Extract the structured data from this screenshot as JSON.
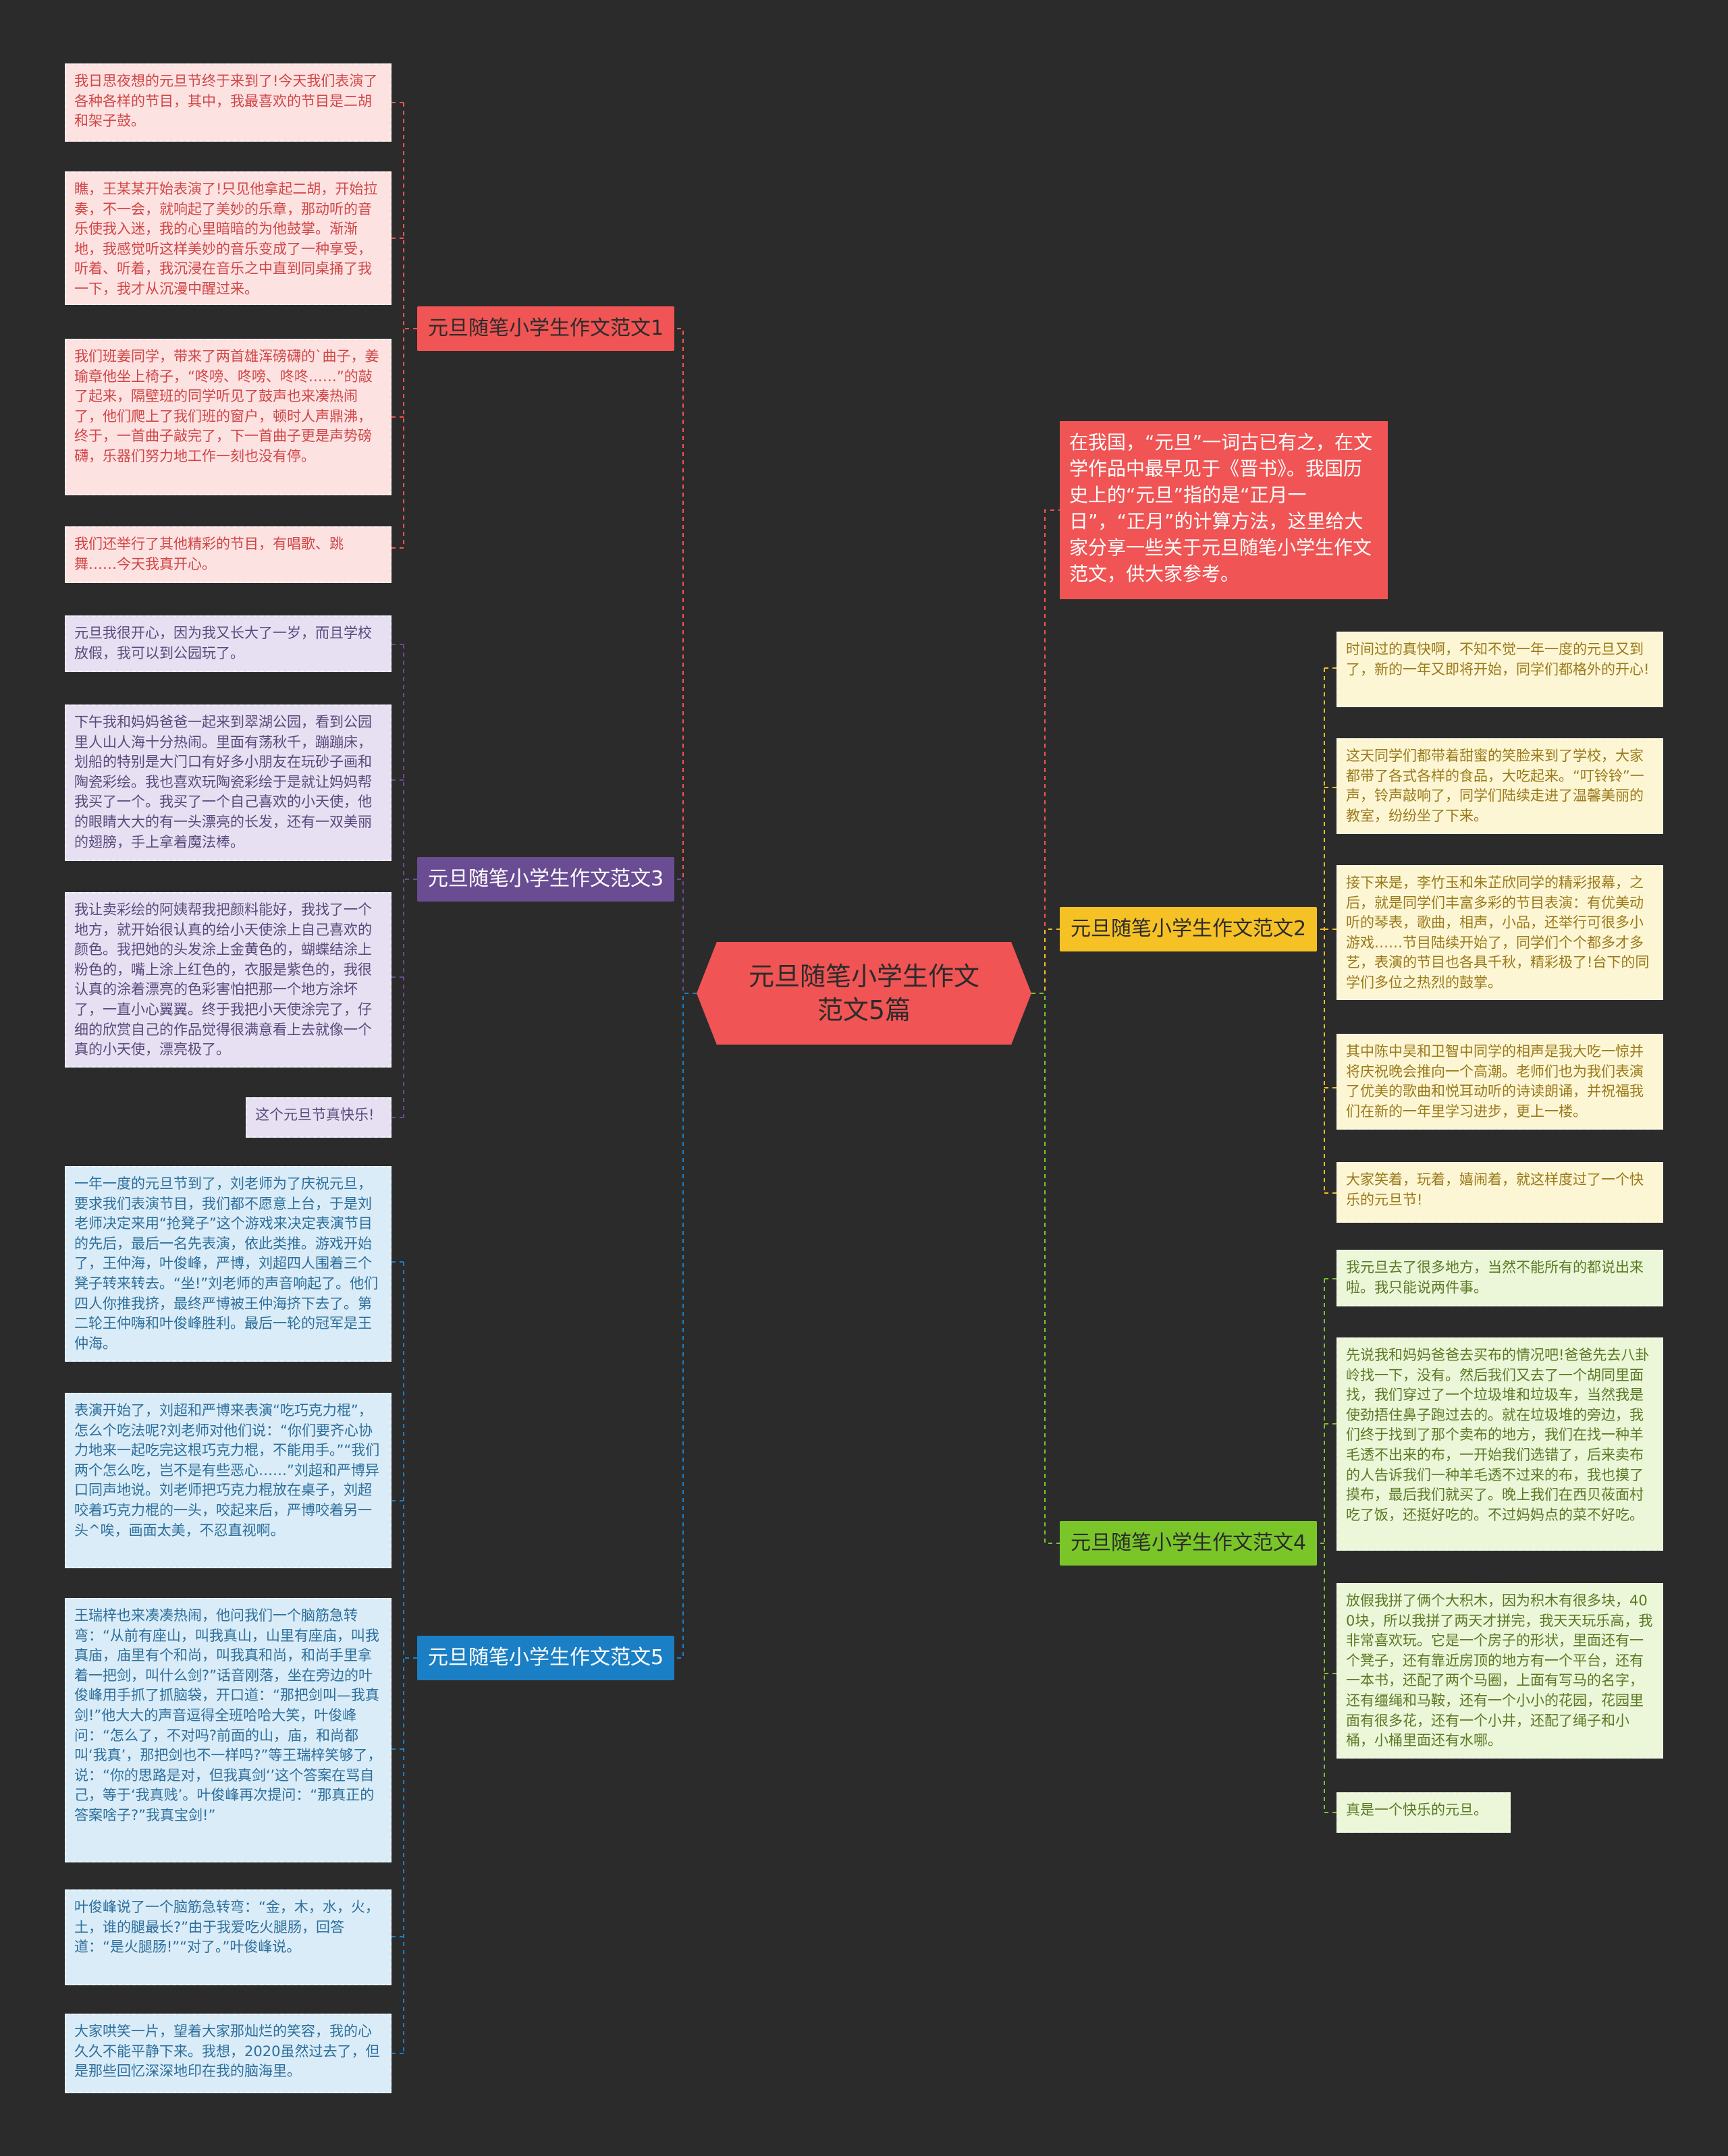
{
  "root": "元旦随笔小学生作文范文5篇",
  "intro": "在我国，“元旦”一词古已有之，在文学作品中最早见于《晋书》。我国历史上的“元旦”指的是“正月一日”，“正月”的计算方法，这里给大家分享一些关于元旦随笔小学生作文范文，供大家参考。",
  "branches": {
    "b1": {
      "label": "元旦随笔小学生作文范文1",
      "leaves": [
        "我日思夜想的元旦节终于来到了!今天我们表演了各种各样的节目，其中，我最喜欢的节目是二胡和架子鼓。",
        "瞧，王某某开始表演了!只见他拿起二胡，开始拉奏，不一会，就响起了美妙的乐章，那动听的音乐使我入迷，我的心里暗暗的为他鼓掌。渐渐地，我感觉听这样美妙的音乐变成了一种享受，听着、听着，我沉浸在音乐之中直到同桌捅了我一下，我才从沉漫中醒过来。",
        "我们班姜同学，带来了两首雄浑磅礴的`曲子，姜瑜章他坐上椅子，“咚嗙、咚嗙、咚咚……”的敲了起来，隔壁班的同学听见了鼓声也来凑热闹了，他们爬上了我们班的窗户，顿时人声鼎沸，终于，一首曲子敲完了，下一首曲子更是声势磅礴，乐器们努力地工作一刻也没有停。",
        "我们还举行了其他精彩的节目，有唱歌、跳舞……今天我真开心。"
      ]
    },
    "b3": {
      "label": "元旦随笔小学生作文范文3",
      "leaves": [
        "元旦我很开心，因为我又长大了一岁，而且学校放假，我可以到公园玩了。",
        "下午我和妈妈爸爸一起来到翠湖公园，看到公园里人山人海十分热闹。里面有荡秋千，蹦蹦床，划船的特别是大门口有好多小朋友在玩砂子画和陶瓷彩绘。我也喜欢玩陶瓷彩绘于是就让妈妈帮我买了一个。我买了一个自己喜欢的小天使，他的眼睛大大的有一头漂亮的长发，还有一双美丽的翅膀，手上拿着魔法棒。",
        "我让卖彩绘的阿姨帮我把颜料能好，我找了一个地方，就开始很认真的给小天使涂上自己喜欢的颜色。我把她的头发涂上金黄色的，蝴蝶结涂上粉色的，嘴上涂上红色的，衣服是紫色的，我很认真的涂着漂亮的色彩害怕把那一个地方涂坏了，一直小心翼翼。终于我把小天使涂完了，仔细的欣赏自己的作品觉得很满意看上去就像一个真的小天使，漂亮极了。",
        "这个元旦节真快乐!"
      ]
    },
    "b5": {
      "label": "元旦随笔小学生作文范文5",
      "leaves": [
        "一年一度的元旦节到了，刘老师为了庆祝元旦，要求我们表演节目，我们都不愿意上台，于是刘老师决定来用“抢凳子”这个游戏来决定表演节目的先后，最后一名先表演，依此类推。游戏开始了，王仲海，叶俊峰，严博，刘超四人围着三个凳子转来转去。“坐!”刘老师的声音响起了。他们四人你推我挤，最终严博被王仲海挤下去了。第二轮王仲嗨和叶俊峰胜利。最后一轮的冠军是王仲海。",
        "表演开始了，刘超和严博来表演“吃巧克力棍”，怎么个吃法呢?刘老师对他们说：“你们要齐心协力地来一起吃完这根巧克力棍，不能用手。”“我们两个怎么吃，岂不是有些恶心……”刘超和严博异口同声地说。刘老师把巧克力棍放在桌子，刘超咬着巧克力棍的一头，咬起来后，严博咬着另一头^唉，画面太美，不忍直视啊。",
        "王瑞梓也来凑凑热闹，他问我们一个脑筋急转弯：“从前有座山，叫我真山，山里有座庙，叫我真庙，庙里有个和尚，叫我真和尚，和尚手里拿着一把剑，叫什么剑?”话音刚落，坐在旁边的叶俊峰用手抓了抓脑袋，开口道：“那把剑叫—我真剑!”他大大的声音逗得全班哈哈大笑，叶俊峰问：“怎么了，不对吗?前面的山，庙，和尚都叫‘我真’，那把剑也不一样吗?”等王瑞梓笑够了，说：“你的思路是对，但我真剑‘’这个答案在骂自己，等于‘我真贱’。叶俊峰再次提问：“那真正的答案啥子?”我真宝剑!”",
        "叶俊峰说了一个脑筋急转弯：“金，木，水，火，土，谁的腿最长?”由于我爱吃火腿肠，回答道：“是火腿肠!”“对了。”叶俊峰说。",
        "大家哄笑一片，望着大家那灿烂的笑容，我的心久久不能平静下来。我想，2020虽然过去了，但是那些回忆深深地印在我的脑海里。"
      ]
    },
    "b2": {
      "label": "元旦随笔小学生作文范文2",
      "leaves": [
        "时间过的真快啊，不知不觉一年一度的元旦又到了，新的一年又即将开始，同学们都格外的开心!",
        "这天同学们都带着甜蜜的笑脸来到了学校，大家都带了各式各样的食品，大吃起来。“叮铃铃”一声，铃声敲响了，同学们陆续走进了温馨美丽的教室，纷纷坐了下来。",
        "接下来是，李竹玉和朱芷欣同学的精彩报幕，之后，就是同学们丰富多彩的节目表演：有优美动听的琴表，歌曲，相声，小品，还举行可很多小游戏……节目陆续开始了，同学们个个都多才多艺，表演的节目也各具千秋，精彩极了!台下的同学们多位之热烈的鼓掌。",
        "其中陈中昊和卫智中同学的相声是我大吃一惊并将庆祝晚会推向一个高潮。老师们也为我们表演了优美的歌曲和悦耳动听的诗读朗诵，并祝福我们在新的一年里学习进步，更上一楼。",
        "大家笑着，玩着，嬉闹着，就这样度过了一个快乐的元旦节!"
      ]
    },
    "b4": {
      "label": "元旦随笔小学生作文范文4",
      "leaves": [
        "我元旦去了很多地方，当然不能所有的都说出来啦。我只能说两件事。",
        "先说我和妈妈爸爸去买布的情况吧!爸爸先去八卦岭找一下，没有。然后我们又去了一个胡同里面找，我们穿过了一个垃圾堆和垃圾车，当然我是使劲捂住鼻子跑过去的。就在垃圾堆的旁边，我们终于找到了那个卖布的地方，我们在找一种羊毛透不出来的布，一开始我们选错了，后来卖布的人告诉我们一种羊毛透不过来的布，我也摸了摸布，最后我们就买了。晚上我们在西贝莜面村吃了饭，还挺好吃的。不过妈妈点的菜不好吃。",
        "放假我拼了俩个大积木，因为积木有很多块，400块，所以我拼了两天才拼完，我天天玩乐高，我非常喜欢玩。它是一个房子的形状，里面还有一个凳子，还有靠近房顶的地方有一个平台，还有一本书，还配了两个马圈，上面有写马的名字，还有缰绳和马鞍，还有一个小小的花园，花园里面有很多花，还有一个小井，还配了绳子和小桶，小桶里面还有水哪。",
        "真是一个快乐的元旦。"
      ]
    }
  },
  "colors": {
    "background": "#2b2b2b",
    "root": "#f05454",
    "branch1": "#f05454",
    "branch3": "#6a4c93",
    "branch5": "#1a7fc4",
    "branch2": "#f5c125",
    "branch4": "#7ac629"
  }
}
